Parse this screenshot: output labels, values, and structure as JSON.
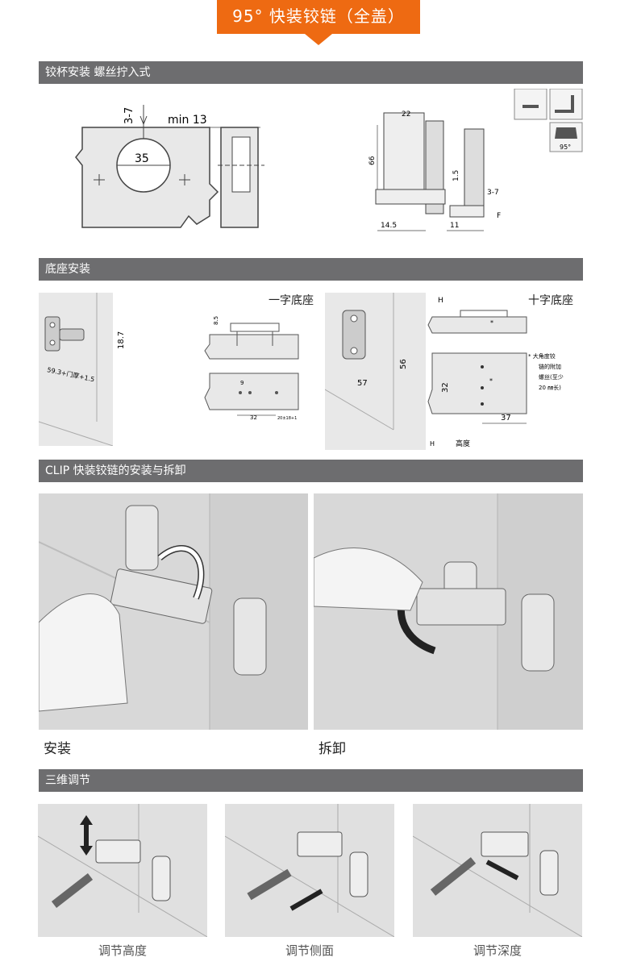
{
  "banner": {
    "title": "95° 快装铰链（全盖）"
  },
  "sections": {
    "cup": "铰杯安装 螺丝拧入式",
    "base": "底座安装",
    "clip": "CLIP 快装铰链的安装与拆卸",
    "adjust": "三维调节"
  },
  "cup_dims": {
    "d1": "3-7",
    "d2": "min 13",
    "d3": "35",
    "d4": "22",
    "d5": "66",
    "d6": "1.5",
    "d7": "3-7",
    "d8": "F",
    "d9": "14.5",
    "d10": "11",
    "angle": "95°"
  },
  "base_dims": {
    "plate_one": "一字底座",
    "plate_cross": "十字底座",
    "b1": "18.7",
    "b2": "59.3+门厚+1.5",
    "b3": "8.5",
    "b4": "9",
    "b5": "32",
    "b6": "20±18+1",
    "b7": "56",
    "b8": "57",
    "h": "H",
    "h_label": "高度",
    "b9": "32",
    "b10": "37",
    "star": "*",
    "note_line1": "*  大角度铰",
    "note_line2": "链的附加",
    "note_line3": "螺丝(至少",
    "note_line4": "20 ㎜长)"
  },
  "clip": {
    "install": "安装",
    "remove": "拆卸"
  },
  "adjust": {
    "height": "调节高度",
    "side": "调节侧面",
    "depth": "调节深度"
  }
}
